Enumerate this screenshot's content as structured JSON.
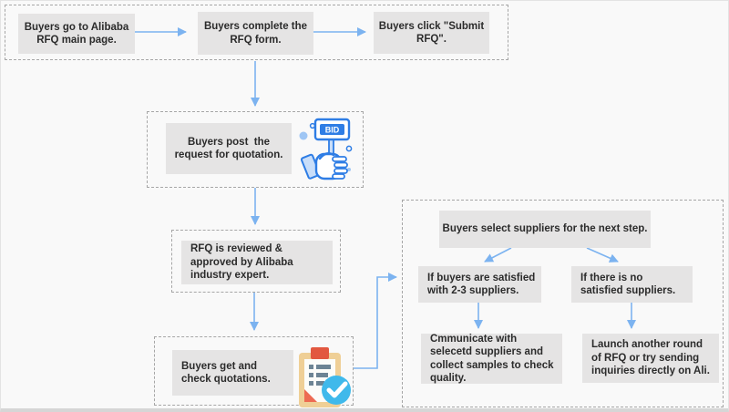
{
  "nodes": {
    "go_to_page": "Buyers go to Alibaba RFQ main page.",
    "complete_form": "Buyers complete the RFQ form.",
    "click_submit": "Buyers click \"Submit RFQ\".",
    "post_request": "Buyers post  the request for quotation.",
    "review": "RFQ is reviewed & approved by Alibaba industry expert.",
    "get_quotations": "Buyers get and check quotations.",
    "select_suppliers": "Buyers select suppliers for the next step.",
    "satisfied": "If buyers are satisfied with 2-3 suppliers.",
    "no_satisfied": "If there is no satisfied suppliers.",
    "communicate": "Cmmunicate with selecetd suppliers and collect samples to check quality.",
    "launch_again": "Launch another round of RFQ or try sending inquiries directly on Ali."
  },
  "icons": {
    "bid_sign": {
      "name": "hand-holding-bid-sign-icon",
      "label": "BID"
    },
    "quotation_check": {
      "name": "clipboard-checkmark-icon"
    }
  },
  "colors": {
    "background": "#f9f9f9",
    "box_gray": "#e5e4e4",
    "dashed_border": "#a6a6a6",
    "text": "#2b2b2b",
    "arrow_blue": "#7cb3f0",
    "icon_blue": "#2e7de5",
    "icon_light_blue": "#c9def9",
    "clipboard_tan": "#efcf96",
    "clip_red": "#e25840",
    "check_circle_blue": "#3fb9eb",
    "list_line_gray": "#6d8494"
  }
}
